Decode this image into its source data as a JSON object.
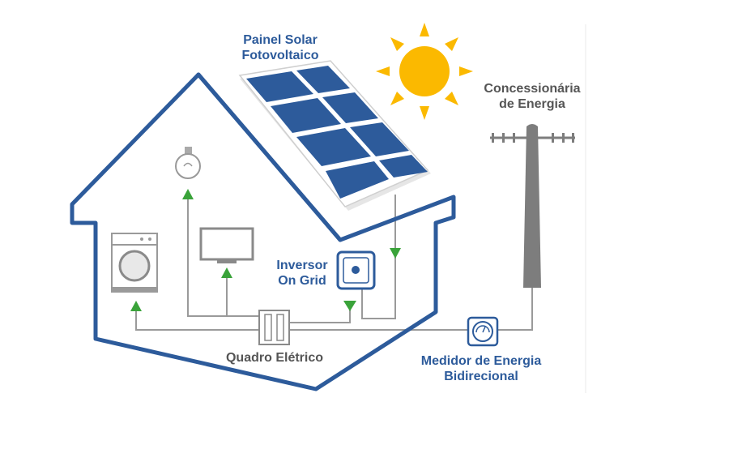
{
  "labels": {
    "solar_panel_line1": "Painel Solar",
    "solar_panel_line2": "Fotovoltaico",
    "utility_line1": "Concessionária",
    "utility_line2": "de Energia",
    "inverter_line1": "Inversor",
    "inverter_line2": "On Grid",
    "panel_board": "Quadro Elétrico",
    "meter_line1": "Medidor de Energia",
    "meter_line2": "Bidirecional"
  },
  "colors": {
    "house_outline": "#2d5b9b",
    "label_blue": "#2d5b9b",
    "label_gray": "#555555",
    "panel_cell": "#2d5b9b",
    "sun": "#fbb900",
    "flow_arrow": "#3aa33a",
    "wire": "#9a9a9a",
    "pole": "#7d7d7d"
  },
  "icons": {
    "sun": "sun-icon",
    "solar_panel": "solar-panel-icon",
    "utility_pole": "utility-pole-icon",
    "light_bulb": "light-bulb-icon",
    "tv": "tv-icon",
    "washing_machine": "washing-machine-icon",
    "inverter": "inverter-icon",
    "breaker": "breaker-box-icon",
    "meter": "meter-icon"
  }
}
